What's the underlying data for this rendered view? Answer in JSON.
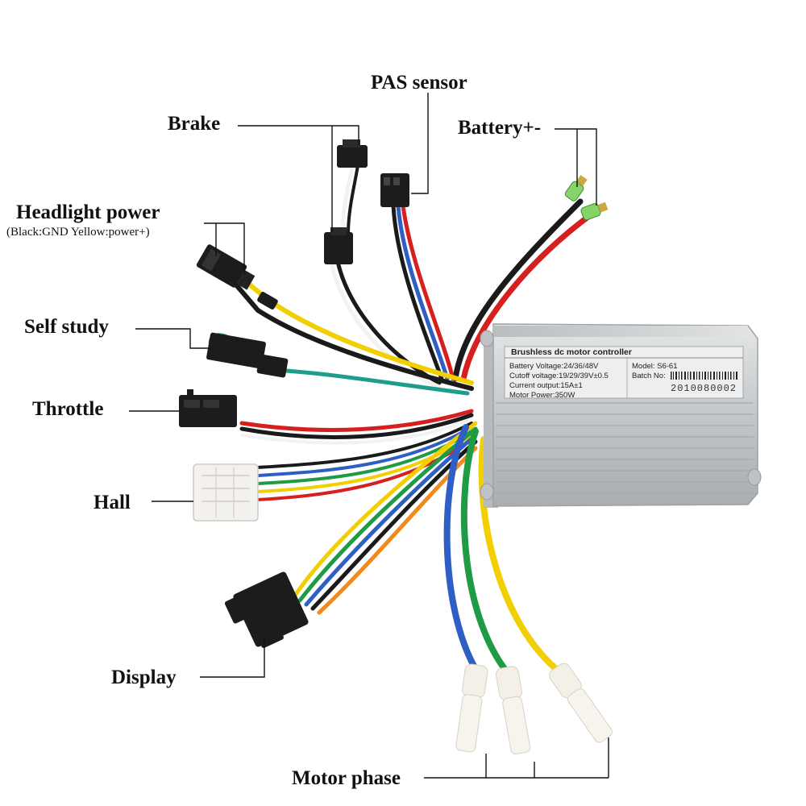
{
  "labels": {
    "pas_sensor": "PAS sensor",
    "brake": "Brake",
    "battery": "Battery+-",
    "headlight_power": "Headlight power",
    "headlight_note": "(Black:GND Yellow:power+)",
    "self_study": "Self study",
    "throttle": "Throttle",
    "hall": "Hall",
    "display": "Display",
    "motor_phase": "Motor phase"
  },
  "controller": {
    "title": "Brushless dc motor controller",
    "battery_voltage": "Battery Voltage:24/36/48V",
    "cutoff_voltage": "Cutoff voltage:19/29/39V±0.5",
    "current_output": "Current output:15A±1",
    "motor_power": "Motor Power:350W",
    "model": "Model: S6-61",
    "batch": "Batch No:",
    "serial": "2010080002"
  },
  "colors": {
    "red": "#d62020",
    "black": "#1a1a1a",
    "yellow": "#f2cf00",
    "green": "#1f9a45",
    "blue": "#2f5fc4",
    "white": "#f2f2f2",
    "orange": "#f08a1c",
    "teal": "#1e9e8a",
    "housing": "#c9ccce"
  }
}
